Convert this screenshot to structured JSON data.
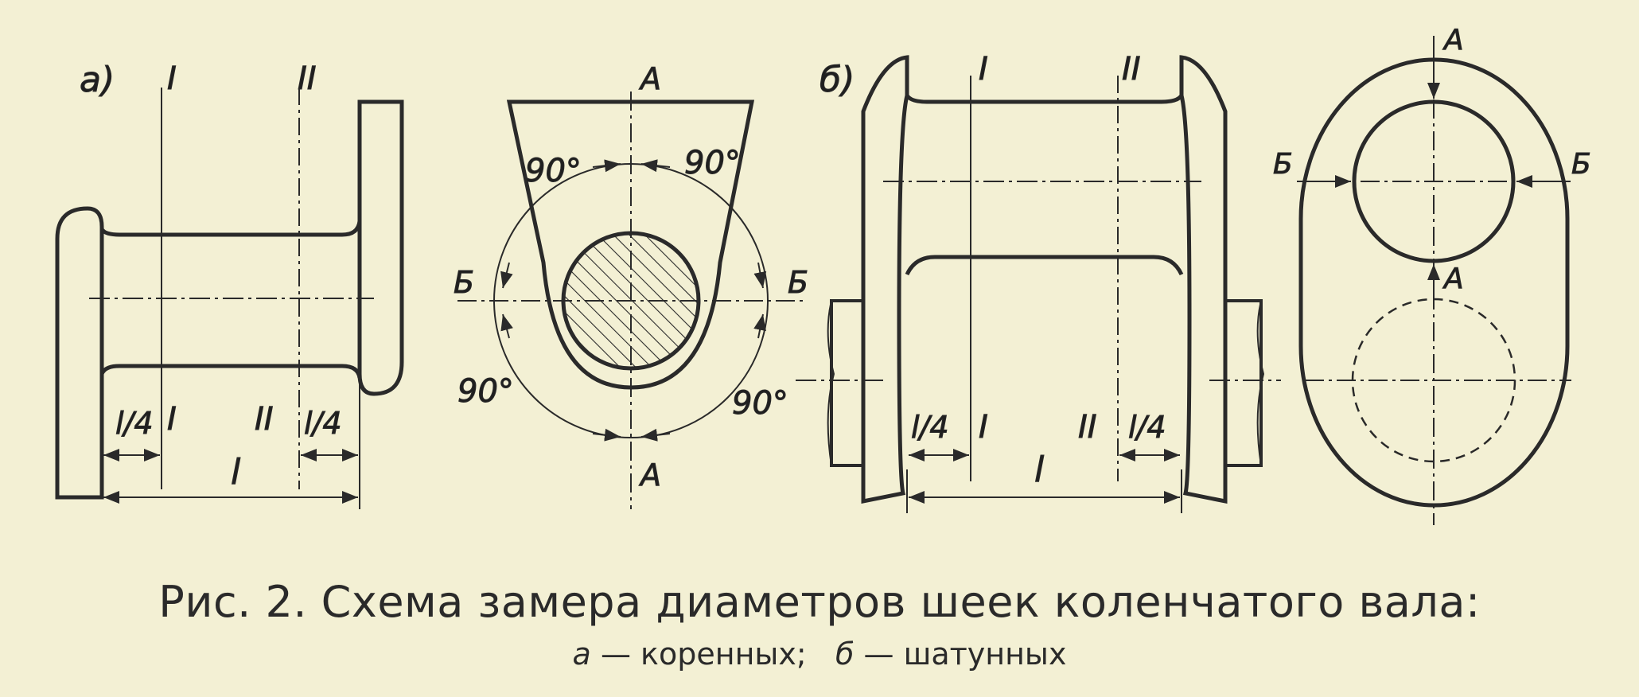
{
  "labels": {
    "panel_a": "a)",
    "panel_b": "б)",
    "section_1": "I",
    "section_2": "II",
    "quarter": "l/4",
    "length": "l",
    "axis_a": "A",
    "axis_b": "Б",
    "angle": "90°"
  },
  "caption": {
    "title": "Рис. 2. Схема замера диаметров шеек коленчатого вала:",
    "letter_a": "a",
    "part_a": "— коренных;",
    "letter_b": "б",
    "part_b": "— шатунных"
  }
}
